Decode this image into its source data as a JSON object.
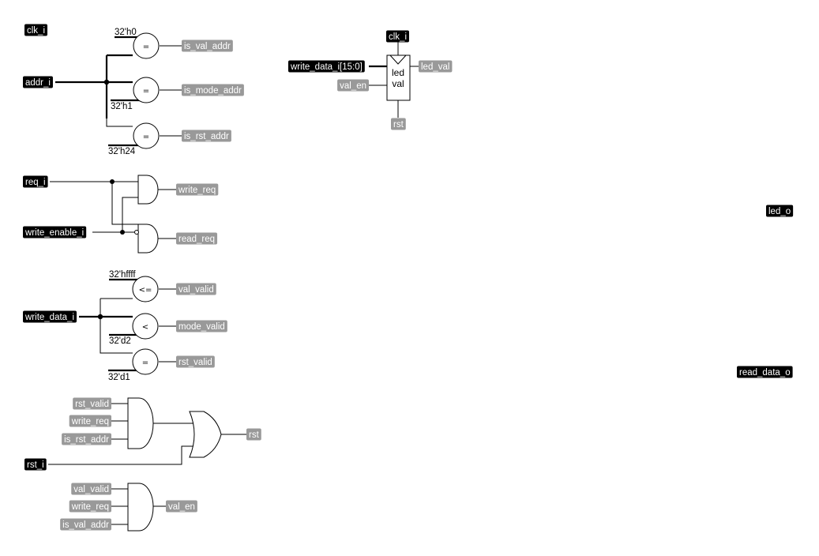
{
  "ports": {
    "clk_i": "clk_i",
    "addr_i": "addr_i",
    "req_i": "req_i",
    "write_enable_i": "write_enable_i",
    "write_data_i": "write_data_i",
    "rst_i": "rst_i",
    "write_data_slice": "write_data_i[15:0]",
    "led_o": "led_o",
    "read_data_o": "read_data_o"
  },
  "signals": {
    "is_val_addr": "is_val_addr",
    "is_mode_addr": "is_mode_addr",
    "is_rst_addr": "is_rst_addr",
    "write_req": "write_req",
    "read_req": "read_req",
    "val_valid": "val_valid",
    "mode_valid": "mode_valid",
    "rst_valid": "rst_valid",
    "rst": "rst",
    "val_en": "val_en",
    "led_val": "led_val"
  },
  "constants": {
    "c_h0": "32'h0",
    "c_h1": "32'h1",
    "c_h24": "32'h24",
    "c_hffff": "32'hffff",
    "c_d2": "32'd2",
    "c_d1": "32'd1"
  },
  "operators": {
    "eq": "=",
    "le": "<=",
    "lt": "<"
  },
  "register": {
    "line1": "led",
    "line2": "val"
  },
  "colors": {
    "port_fill": "#000000",
    "signal_fill": "#999999",
    "wire": "#000000",
    "background": "#ffffff"
  }
}
